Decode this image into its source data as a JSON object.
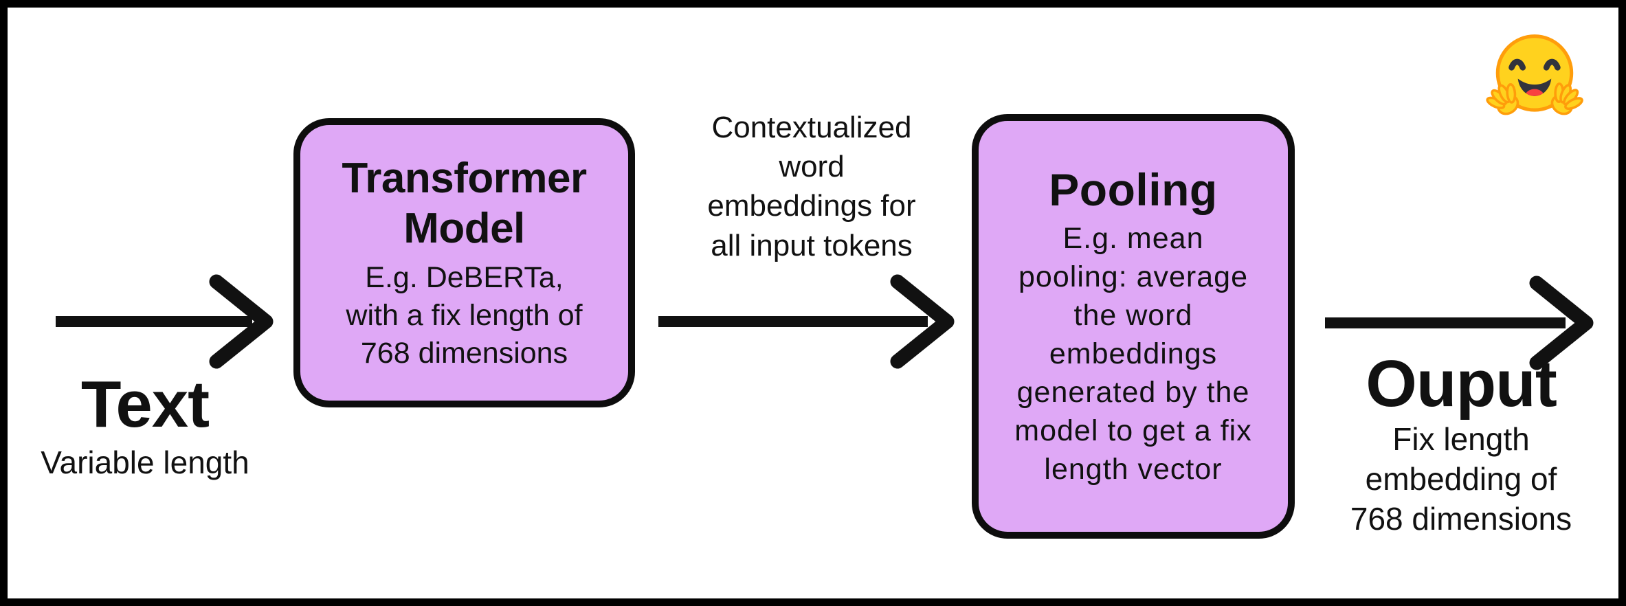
{
  "diagram": {
    "input": {
      "title": "Text",
      "caption": "Variable length"
    },
    "transformer": {
      "title_lines": [
        "Transformer",
        "Model"
      ],
      "body_lines": [
        "E.g. DeBERTa,",
        "with a fix length of",
        "768 dimensions"
      ]
    },
    "arrow_label_lines": [
      "Contextualized",
      "word",
      "embeddings for",
      "all input tokens"
    ],
    "pooling": {
      "title": "Pooling",
      "body_lines": [
        "E.g. mean",
        "pooling: average",
        "the word",
        "embeddings",
        "generated by the",
        "model to get a fix",
        "length vector"
      ]
    },
    "output": {
      "title": "Ouput",
      "caption_lines": [
        "Fix length",
        "embedding of",
        "768 dimensions"
      ]
    },
    "icons": {
      "hugging_face": "hugging-face-emoji",
      "arrows": [
        "arrow-right-icon",
        "arrow-right-icon",
        "arrow-right-icon"
      ]
    },
    "colors": {
      "background": "#ffffff",
      "frame_border": "#000000",
      "box_fill": "#dfa8f6",
      "box_border": "#0d0d0d",
      "arrow": "#111111",
      "text": "#111111",
      "emoji_face": "#FFD21E",
      "emoji_outline": "#FF9D0B",
      "emoji_features": "#32343D",
      "emoji_tongue": "#F94040"
    }
  }
}
